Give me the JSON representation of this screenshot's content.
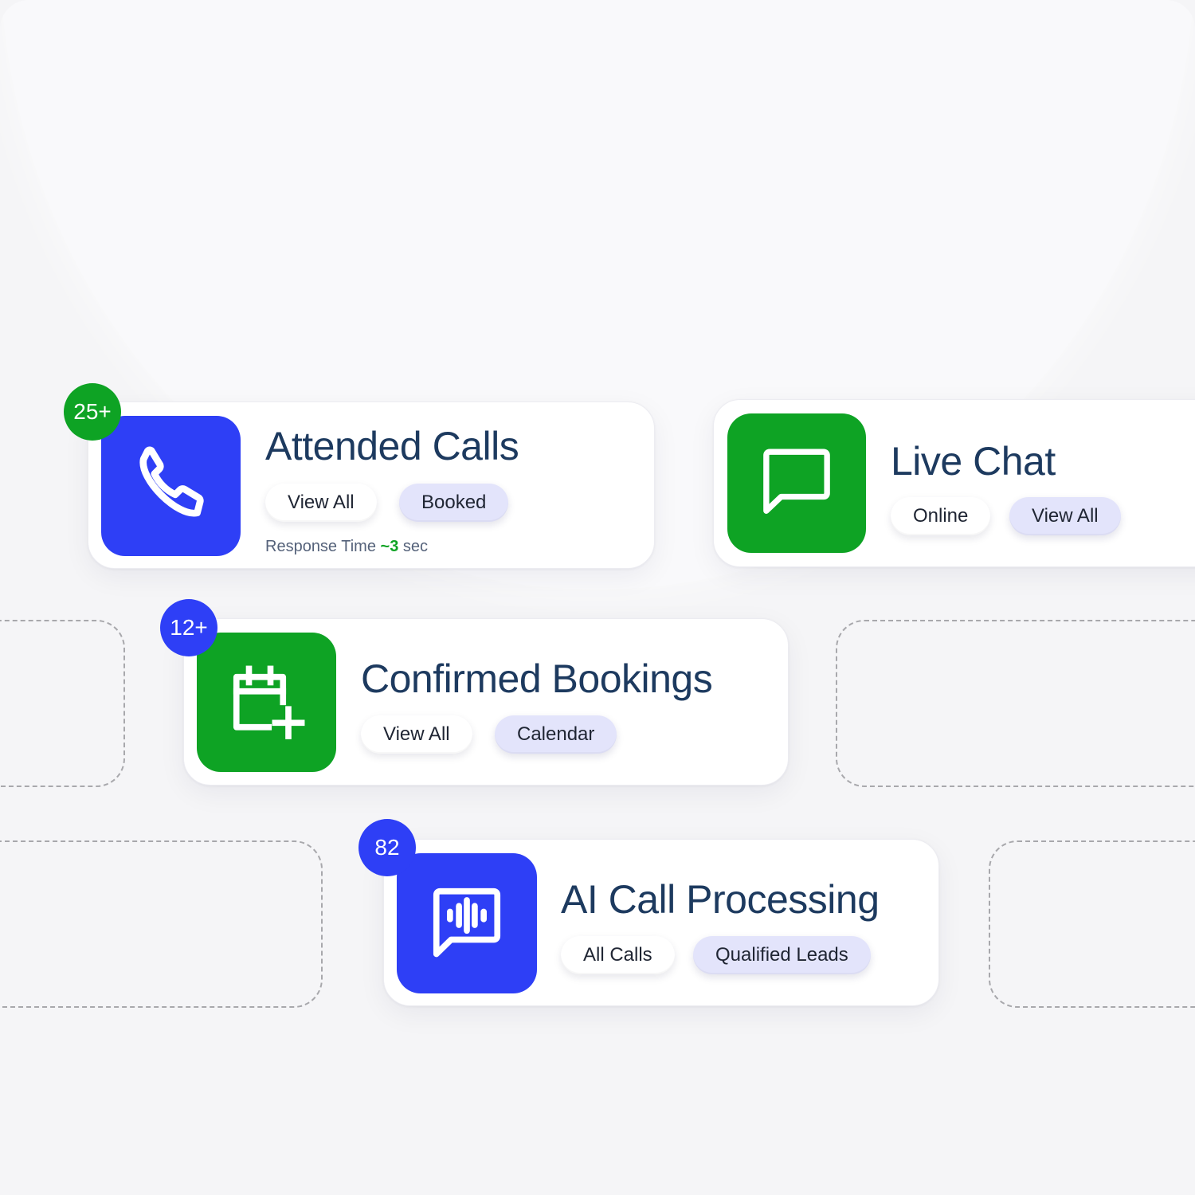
{
  "colors": {
    "brand_blue": "#2e3ff6",
    "brand_green": "#0ea324",
    "title_navy": "#1d3a5f",
    "pill_soft": "#e3e4fb"
  },
  "cards": {
    "attended_calls": {
      "badge": "25+",
      "icon": "phone-icon",
      "title": "Attended Calls",
      "pills": [
        "View All",
        "Booked"
      ],
      "response_label": "Response Time",
      "response_value": "~3",
      "response_unit": "sec"
    },
    "live_chat": {
      "icon": "chat-bubble-icon",
      "title": "Live Chat",
      "pills": [
        "Online",
        "View All"
      ]
    },
    "confirmed_bookings": {
      "badge": "12+",
      "icon": "calendar-add-icon",
      "title": "Confirmed Bookings",
      "pills": [
        "View All",
        "Calendar"
      ]
    },
    "ai_call_processing": {
      "badge": "82",
      "icon": "audio-message-icon",
      "title": "AI Call Processing",
      "pills": [
        "All Calls",
        "Qualified Leads"
      ]
    }
  }
}
